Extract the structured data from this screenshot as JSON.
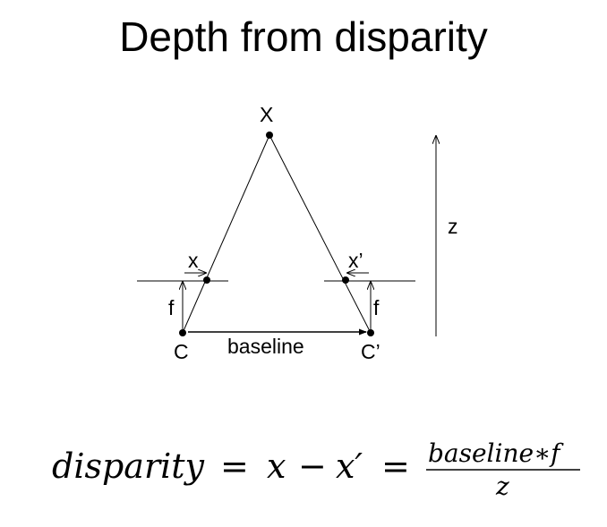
{
  "title": "Depth from disparity",
  "labels": {
    "point_X": "X",
    "image_x_left": "x",
    "image_x_right": "x’",
    "focal_left": "f",
    "focal_right": "f",
    "camera_left": "C",
    "camera_right": "C’",
    "baseline": "baseline",
    "depth": "z"
  },
  "equation": {
    "lhs": "disparity",
    "equals1": "=",
    "x": "x",
    "minus": "−",
    "x_prime": "x′",
    "equals2": "=",
    "numerator": "baseline∗f",
    "denominator": "z"
  }
}
